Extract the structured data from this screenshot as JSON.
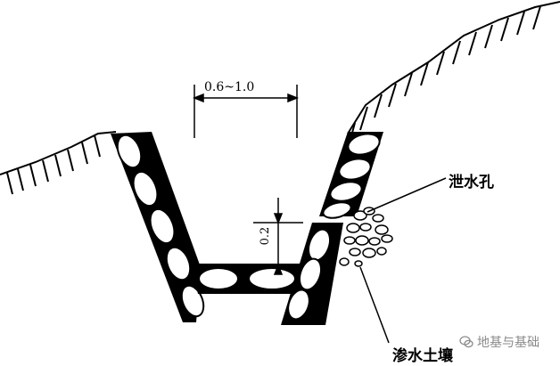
{
  "dimensions": {
    "width_label": "0.6~1.0",
    "depth_label": "0.2"
  },
  "labels": {
    "weep_hole": "泄水孔",
    "seepage_soil": "渗水土壤"
  },
  "watermark": {
    "text": "地基与基础",
    "icon": "wechat-logo-icon"
  },
  "colors": {
    "ink": "#000000",
    "stone": "#ffffff",
    "watermark": "#8a8a8a"
  }
}
